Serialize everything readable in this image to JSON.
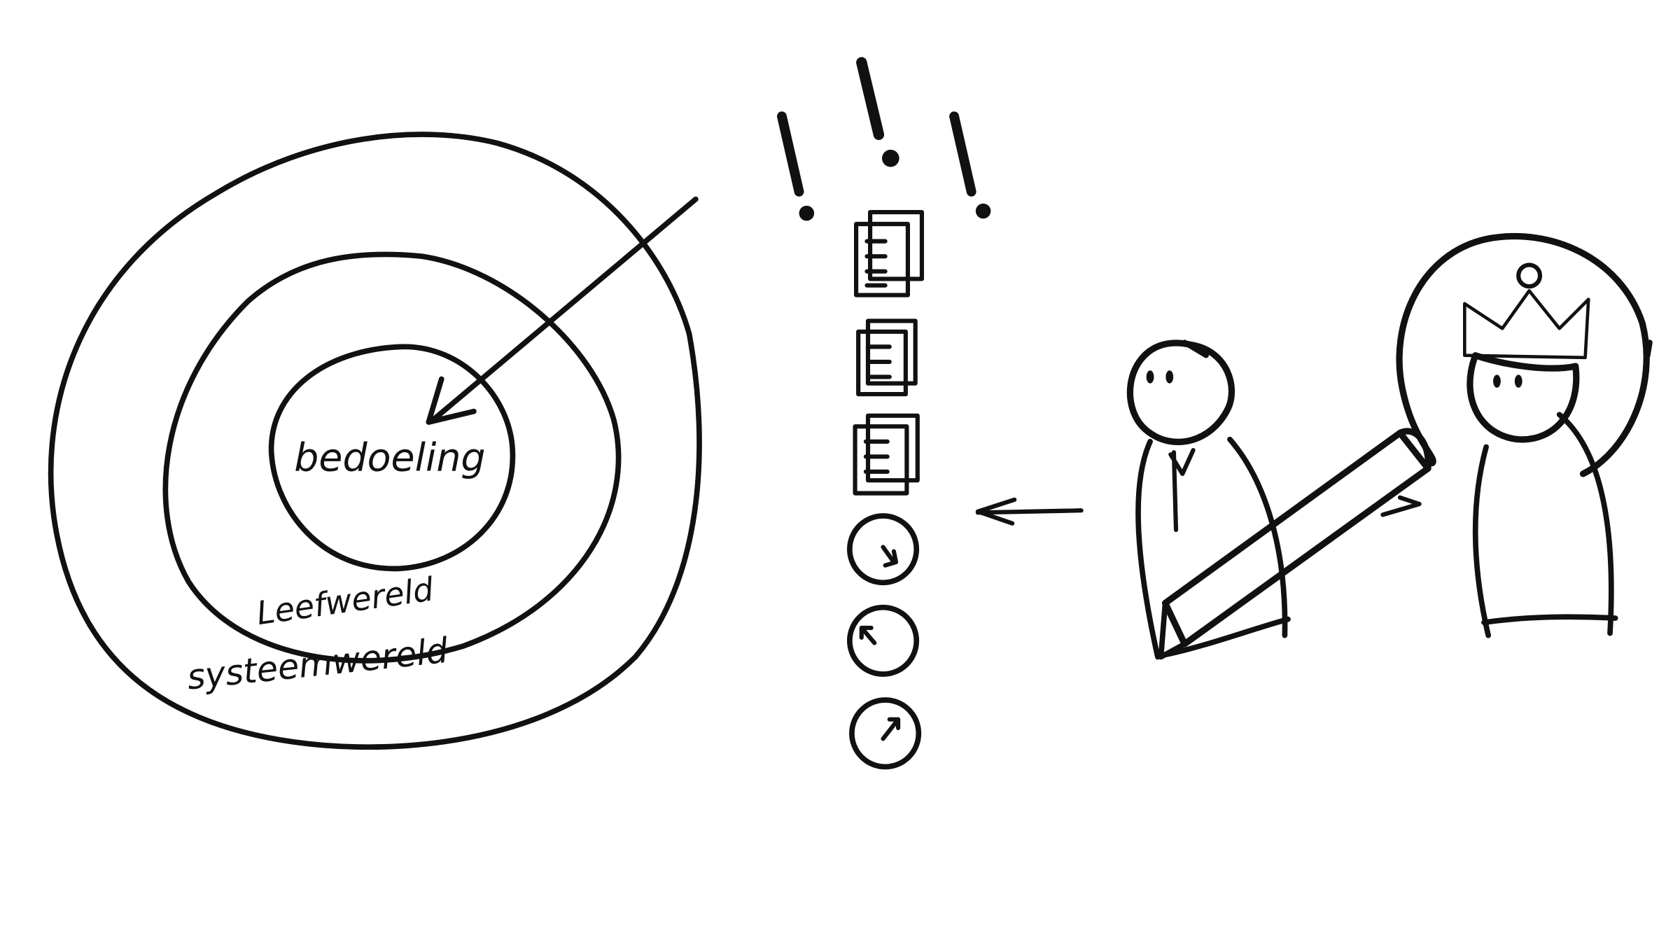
{
  "diagram": {
    "circles": {
      "outer": {
        "label": "systeemwereld",
        "fill": "#f1dcb4"
      },
      "middle": {
        "label": "Leefwereld",
        "fill": "#dcaa5a"
      },
      "inner": {
        "label": "bedoeling",
        "fill": "#c07a00"
      }
    },
    "ink_color": "#111111",
    "crown_color": "#ead29e",
    "exclamations": [
      "!",
      "!",
      "!"
    ],
    "documents": [
      "document-icon",
      "document-icon",
      "document-icon"
    ],
    "gauges": [
      "gauge-icon",
      "gauge-icon",
      "gauge-icon"
    ],
    "figures": [
      "person-figure",
      "king-figure"
    ]
  }
}
